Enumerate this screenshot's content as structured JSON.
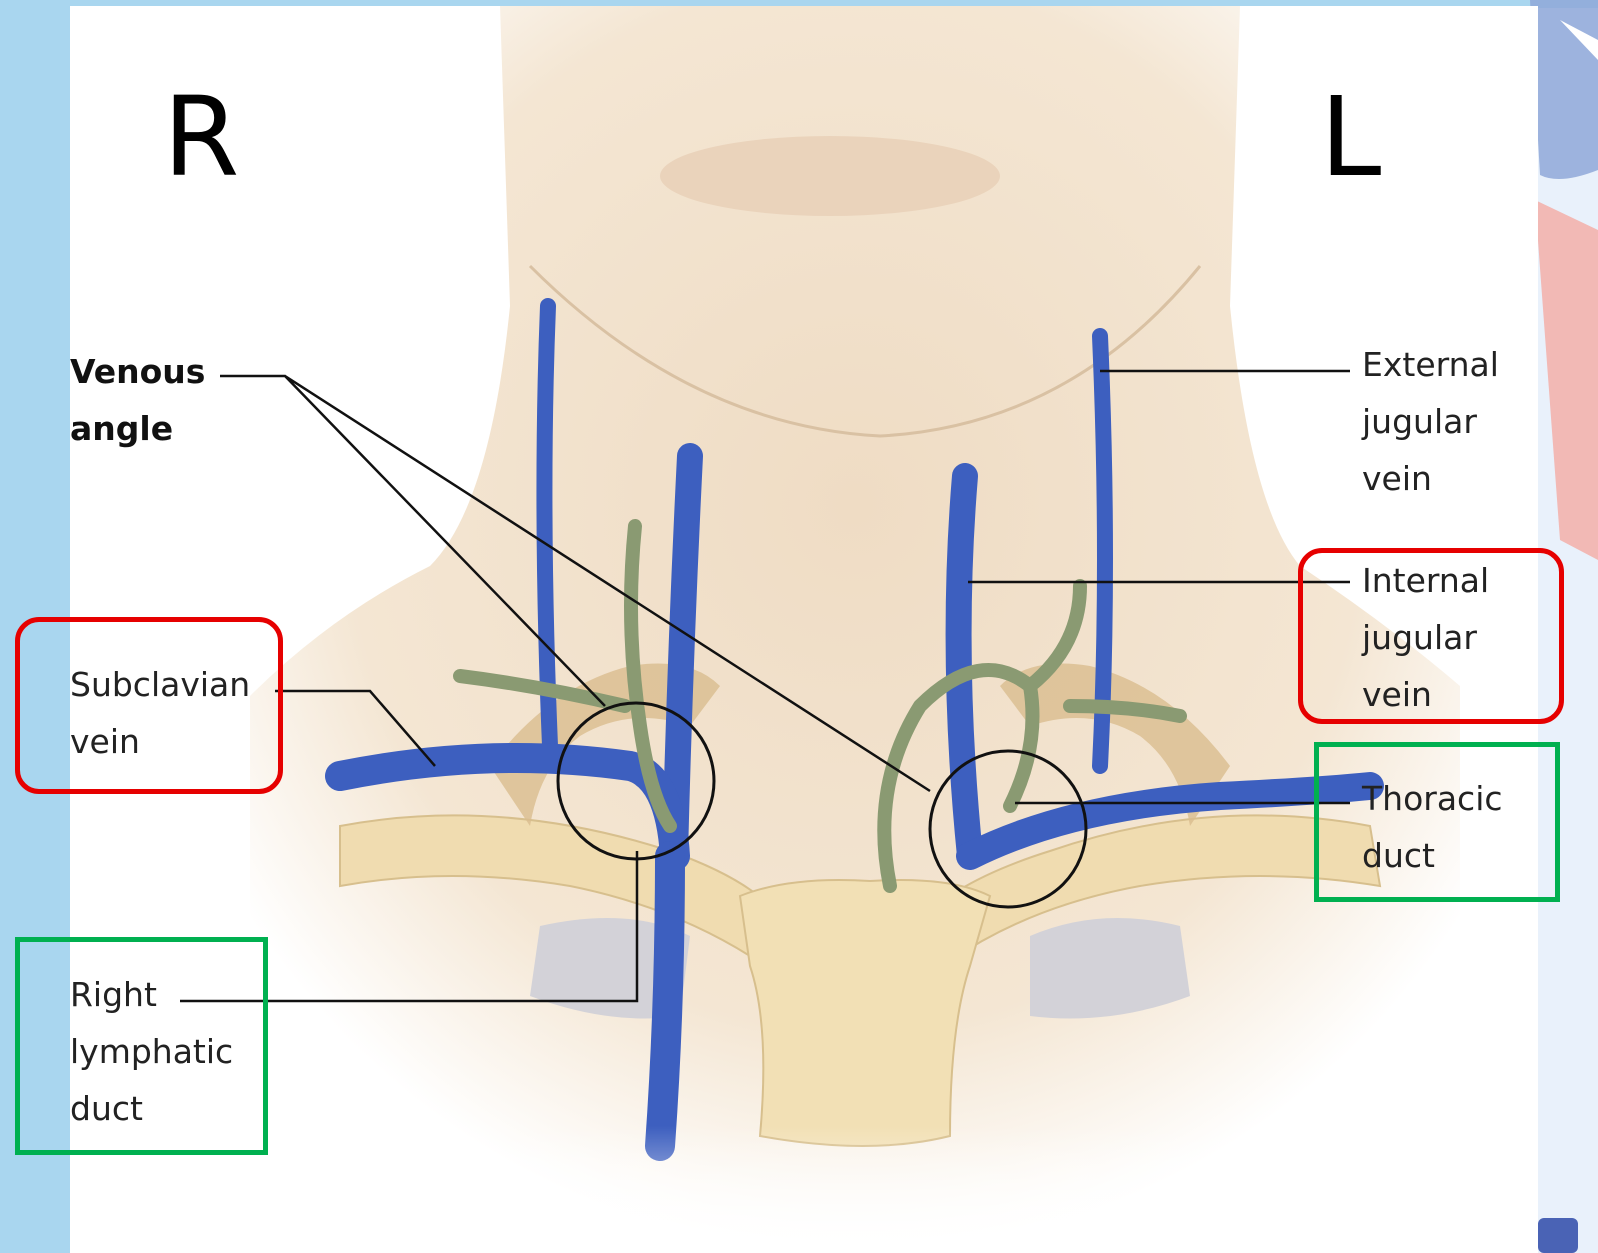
{
  "side_markers": {
    "right": "R",
    "left": "L"
  },
  "labels": {
    "venous_angle": [
      "Venous",
      "angle"
    ],
    "external_jugular_vein": [
      "External",
      "jugular",
      "vein"
    ],
    "internal_jugular_vein": [
      "Internal",
      "jugular",
      "vein"
    ],
    "subclavian_vein": [
      "Subclavian",
      "vein"
    ],
    "thoracic_duct": [
      "Thoracic",
      "duct"
    ],
    "right_lymphatic_duct": [
      "Right",
      "lymphatic",
      "duct"
    ]
  },
  "colors": {
    "vein_blue": "#3d5fbf",
    "lymph_green": "#8a9a72",
    "bone": "#f0dcb0",
    "skin": "#f3e4cf",
    "highlight_red": "#e60000",
    "highlight_green": "#00b050",
    "slide_blue": "#a9d6ef"
  }
}
